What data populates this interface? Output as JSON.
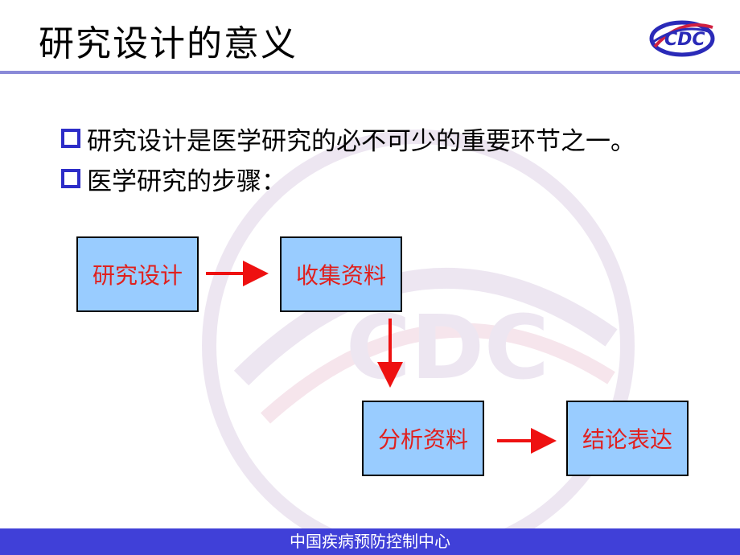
{
  "slide": {
    "title": "研究设计的意义",
    "bullets": [
      "研究设计是医学研究的必不可少的重要环节之一。",
      "医学研究的步骤："
    ],
    "flow": {
      "step1": "研究设计",
      "step2": "收集资料",
      "step3": "分析资料",
      "step4": "结论表达"
    },
    "footer": "中国疾病预防控制中心"
  },
  "colors": {
    "accent": "#4040d8",
    "box_fill": "#99ccff",
    "box_text": "#e0201e",
    "arrow": "#ee1111"
  },
  "icons": {
    "logo": "cdc-logo",
    "bullet": "hollow-square-bullet",
    "watermark": "cdc-emblem-watermark"
  }
}
